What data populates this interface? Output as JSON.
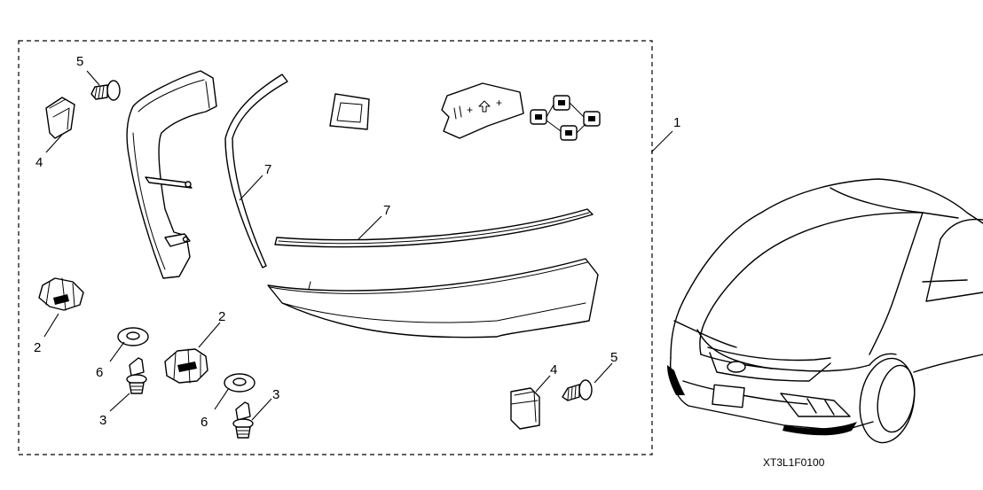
{
  "diagram": {
    "callouts": [
      {
        "id": "c1",
        "text": "1"
      },
      {
        "id": "c2a",
        "text": "2"
      },
      {
        "id": "c2b",
        "text": "2"
      },
      {
        "id": "c3a",
        "text": "3"
      },
      {
        "id": "c3b",
        "text": "3"
      },
      {
        "id": "c4a",
        "text": "4"
      },
      {
        "id": "c4b",
        "text": "4"
      },
      {
        "id": "c5a",
        "text": "5"
      },
      {
        "id": "c5b",
        "text": "5"
      },
      {
        "id": "c6a",
        "text": "6"
      },
      {
        "id": "c6b",
        "text": "6"
      },
      {
        "id": "c7a",
        "text": "7"
      },
      {
        "id": "c7b",
        "text": "7"
      }
    ],
    "part_code": "XT3L1F0100"
  }
}
